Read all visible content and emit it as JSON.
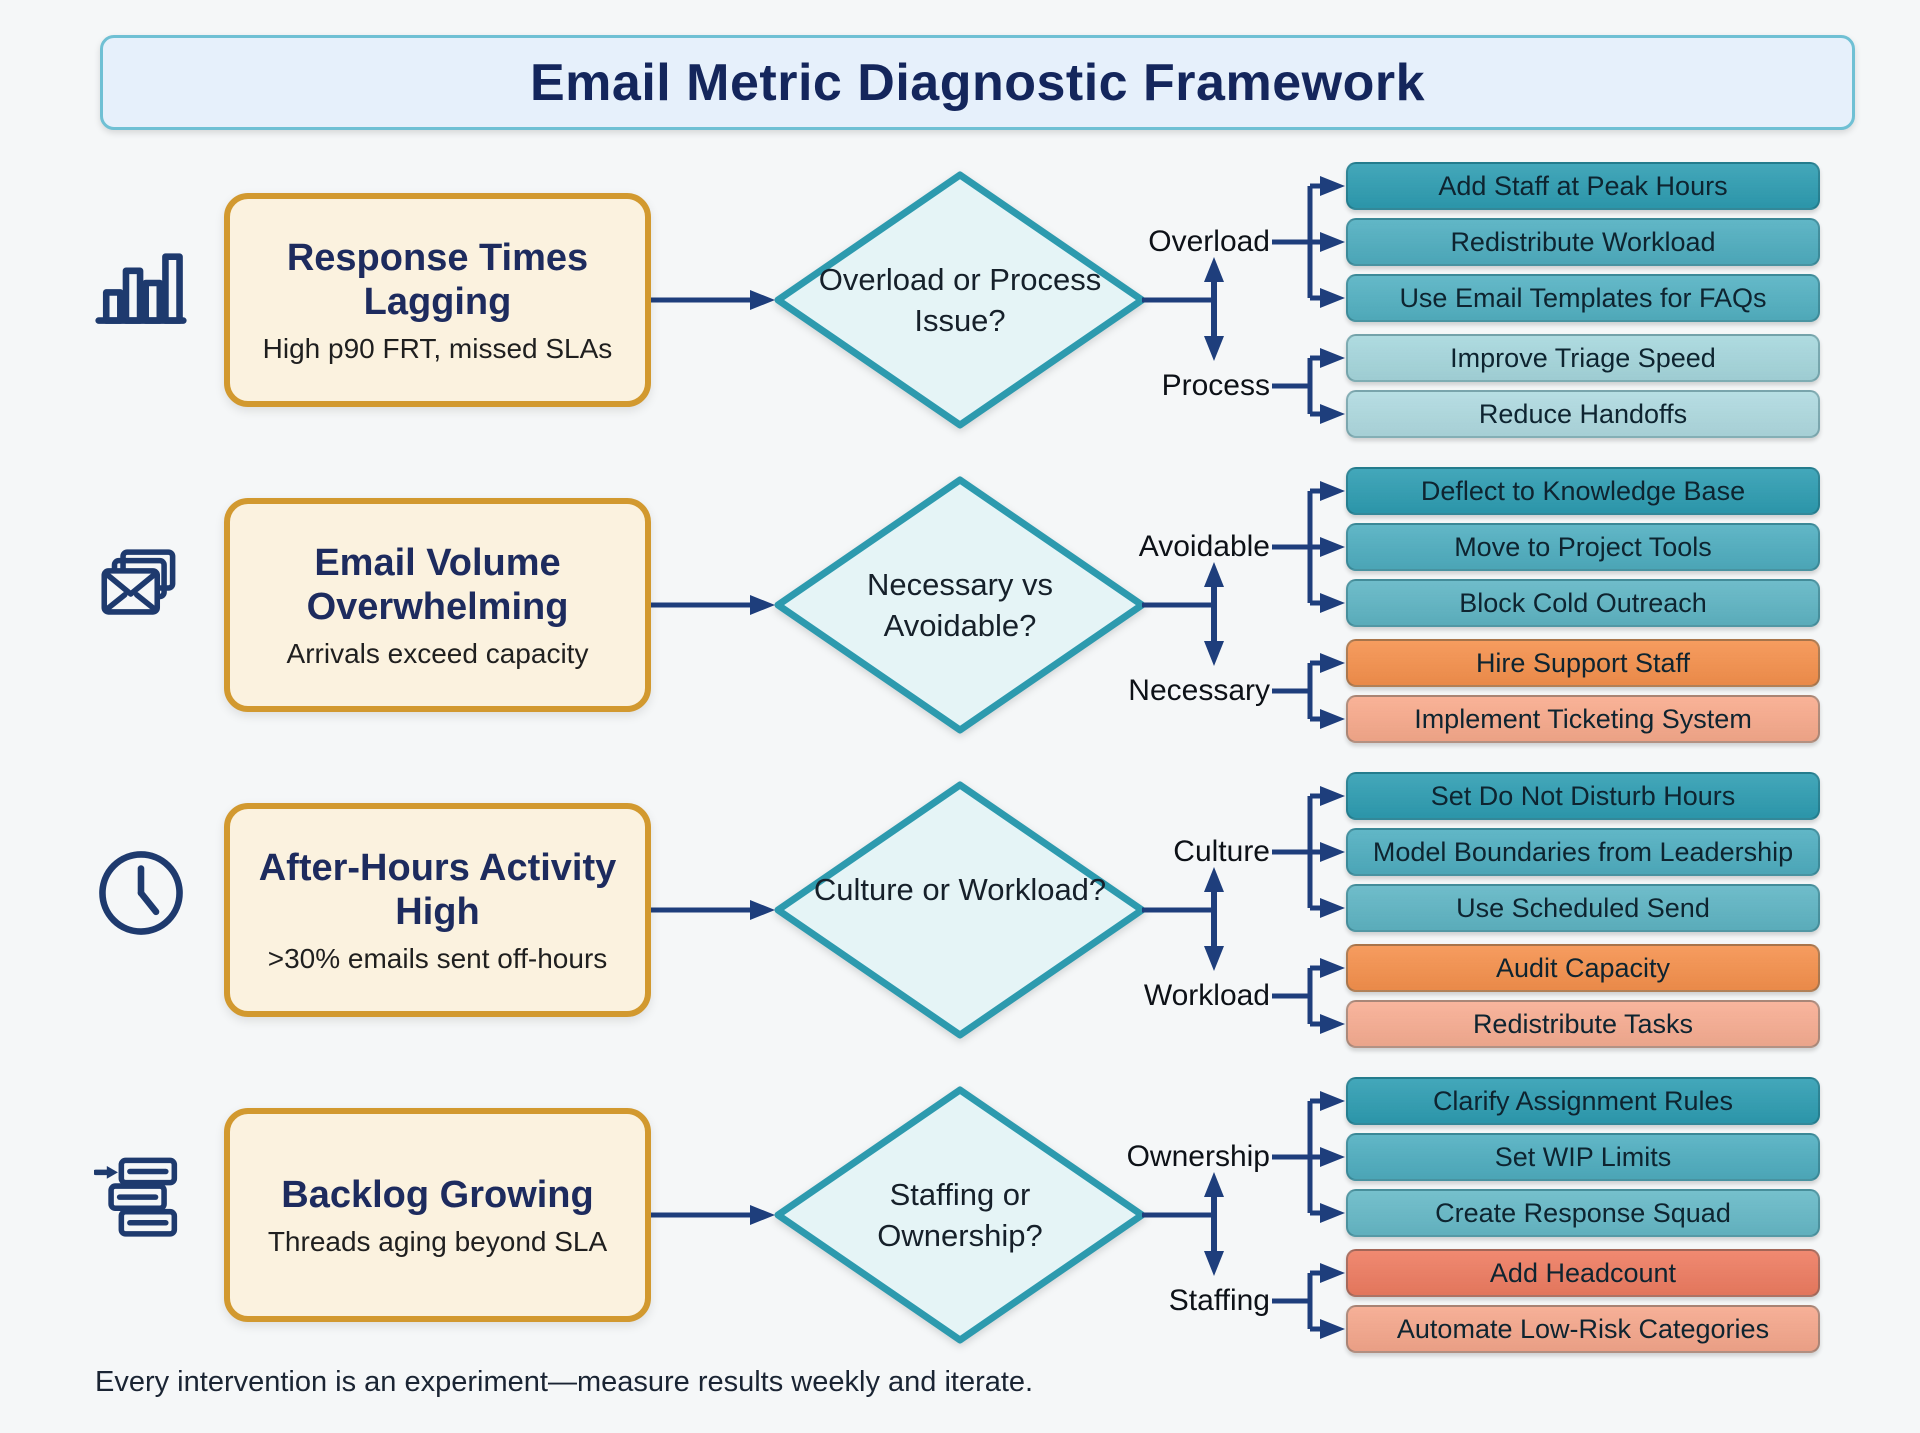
{
  "page": {
    "title": "Email Metric Diagnostic Framework",
    "footer": "Every intervention is an experiment—measure results weekly and iterate."
  },
  "colors": {
    "connector": "#1E3E7C",
    "icon": "#1E3A6E",
    "diamond_fill": "#E5F4F6",
    "diamond_border": "#2D9AAE",
    "problem_border": "#D2992F",
    "problem_fill": "#FBF2DF",
    "header_fill": "#E6F0FB",
    "header_border": "#6FC0D4"
  },
  "rows": [
    {
      "icon": "bar-chart",
      "problem": {
        "title": "Response Times Lagging",
        "subtitle": "High p90 FRT, missed SLAs"
      },
      "decision": "Overload or Process Issue?",
      "branches": [
        {
          "label": "Overload",
          "actions": [
            {
              "label": "Add Staff at Peak Hours",
              "bg": "#2E9DB2"
            },
            {
              "label": "Redistribute Workload",
              "bg": "#4FAEC0"
            },
            {
              "label": "Use Email Templates for FAQs",
              "bg": "#53B1C2"
            }
          ]
        },
        {
          "label": "Process",
          "actions": [
            {
              "label": "Improve Triage Speed",
              "bg": "#A6D7DD"
            },
            {
              "label": "Reduce Handoffs",
              "bg": "#AFDAE0"
            }
          ]
        }
      ]
    },
    {
      "icon": "envelopes",
      "problem": {
        "title": "Email Volume Overwhelming",
        "subtitle": "Arrivals exceed capacity"
      },
      "decision": "Necessary vs Avoidable?",
      "branches": [
        {
          "label": "Avoidable",
          "actions": [
            {
              "label": "Deflect to Knowledge Base",
              "bg": "#2E9DB2"
            },
            {
              "label": "Move to Project Tools",
              "bg": "#4FAEC0"
            },
            {
              "label": "Block Cold Outreach",
              "bg": "#5FB5C4"
            }
          ]
        },
        {
          "label": "Necessary",
          "actions": [
            {
              "label": "Hire Support Staff",
              "bg": "#F5914D"
            },
            {
              "label": "Implement Ticketing System",
              "bg": "#F8AA8C"
            }
          ]
        }
      ]
    },
    {
      "icon": "clock",
      "problem": {
        "title": "After-Hours Activity High",
        "subtitle": ">30% emails sent off-hours"
      },
      "decision": "Culture or Workload?",
      "branches": [
        {
          "label": "Culture",
          "actions": [
            {
              "label": "Set Do Not Disturb Hours",
              "bg": "#2E9DB2"
            },
            {
              "label": "Model Boundaries from Leadership",
              "bg": "#4FAEC0"
            },
            {
              "label": "Use Scheduled Send",
              "bg": "#5FB5C4"
            }
          ]
        },
        {
          "label": "Workload",
          "actions": [
            {
              "label": "Audit Capacity",
              "bg": "#F5914D"
            },
            {
              "label": "Redistribute Tasks",
              "bg": "#F7AD92"
            }
          ]
        }
      ]
    },
    {
      "icon": "backlog",
      "problem": {
        "title": "Backlog Growing",
        "subtitle": "Threads aging beyond SLA"
      },
      "decision": "Staffing or Ownership?",
      "branches": [
        {
          "label": "Ownership",
          "actions": [
            {
              "label": "Clarify Assignment Rules",
              "bg": "#2E9DB2"
            },
            {
              "label": "Set WIP Limits",
              "bg": "#4FAEC0"
            },
            {
              "label": "Create Response Squad",
              "bg": "#66B9C7"
            }
          ]
        },
        {
          "label": "Staffing",
          "actions": [
            {
              "label": "Add Headcount",
              "bg": "#EE7C61"
            },
            {
              "label": "Automate Low-Risk Categories",
              "bg": "#F5A78C"
            }
          ]
        }
      ]
    }
  ]
}
